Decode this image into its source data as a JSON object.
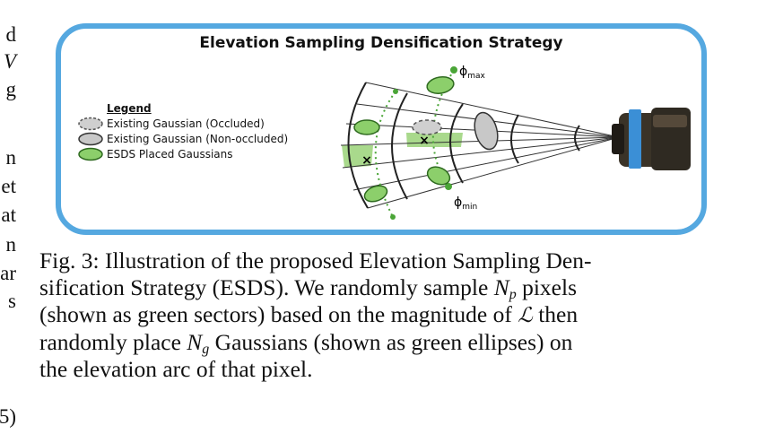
{
  "left_column_fragments": [
    "d",
    "V",
    "g",
    "n",
    "et",
    "at",
    "n",
    "ar",
    "s",
    "5)"
  ],
  "figure": {
    "title": "Elevation Sampling Densification Strategy",
    "legend": {
      "title": "Legend",
      "items": [
        {
          "label": "Existing Gaussian (Occluded)",
          "icon": "dashed-gray-ellipse-icon"
        },
        {
          "label": "Existing Gaussian (Non-occluded)",
          "icon": "gray-ellipse-icon"
        },
        {
          "label": "ESDS Placed Gaussians",
          "icon": "green-ellipse-icon"
        }
      ]
    },
    "phi_max_label": "ϕmax",
    "phi_min_label": "ϕmin",
    "phi_symbol": "ϕ",
    "phi_max_sub": "max",
    "phi_min_sub": "min",
    "sector_mark": "×",
    "colors": {
      "border": "#55a8e0",
      "green_fill": "#8ccf6b",
      "green_sector": "#a9d98c",
      "gray_fill": "#c8c8c8",
      "sonar_blue": "#3b8fd6",
      "sonar_dark": "#2f2a22"
    }
  },
  "caption": {
    "line1_a": "Fig. 3: Illustration of the proposed Elevation Sampling Den-",
    "line2_a": "sification Strategy (ESDS). We randomly sample ",
    "line2_var": "N",
    "line2_sub": "p",
    "line2_b": " pixels",
    "line3_a": "(shown as green sectors) based on the magnitude of ",
    "line3_var": "ℒ",
    "line3_b": " then",
    "line4_a": "randomly place ",
    "line4_var": "N",
    "line4_sub": "g",
    "line4_b": " Gaussians (shown as green ellipses) on",
    "line5": "the elevation arc of that pixel."
  }
}
